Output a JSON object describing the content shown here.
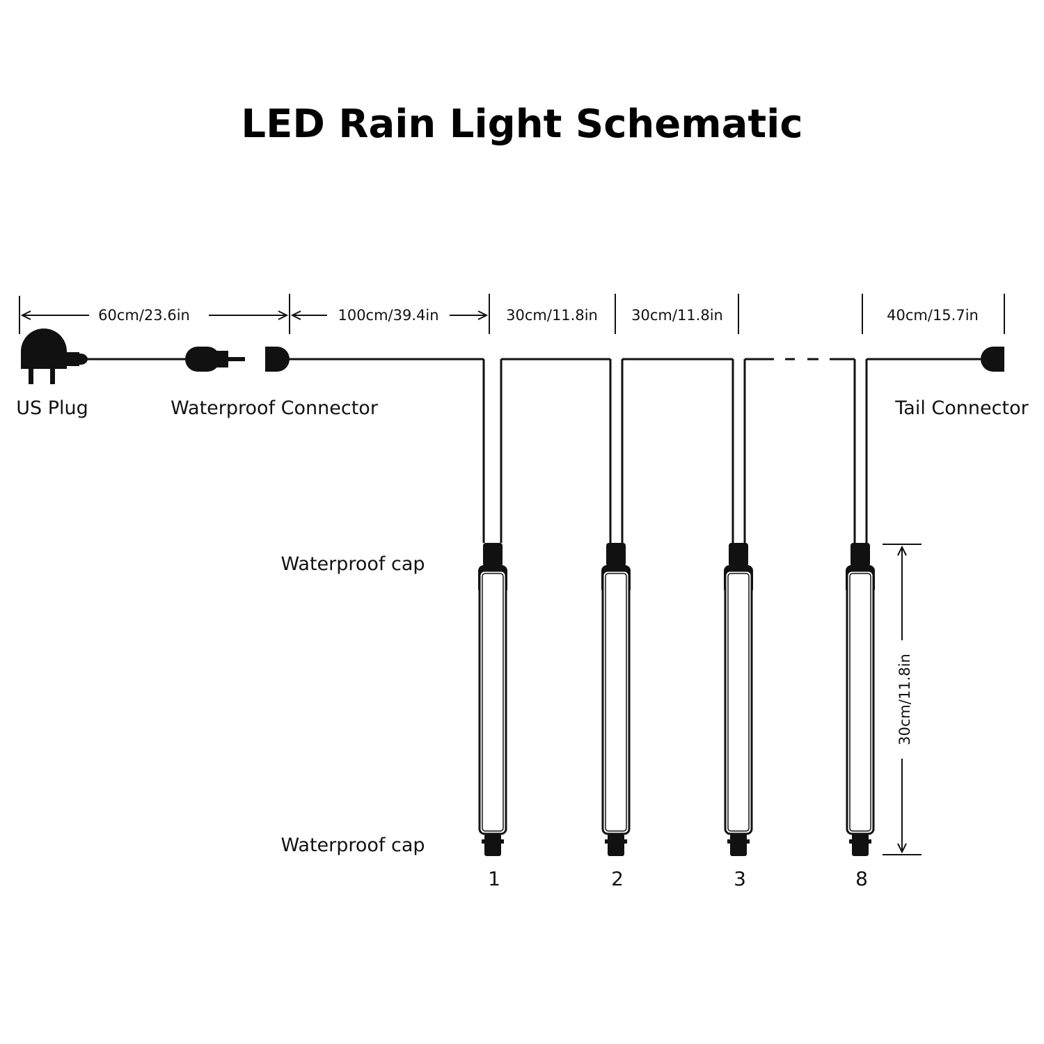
{
  "title": "LED Rain Light Schematic",
  "dimensions": {
    "plug_to_connector": "60cm/23.6in",
    "connector_to_first_tube": "100cm/39.4in",
    "tube_spacing_1": "30cm/11.8in",
    "tube_spacing_2": "30cm/11.8in",
    "last_tube_to_tail": "40cm/15.7in",
    "tube_length": "30cm/11.8in"
  },
  "labels": {
    "us_plug": "US Plug",
    "waterproof_connector": "Waterproof Connector",
    "tail_connector": "Tail Connector",
    "waterproof_cap_top": "Waterproof cap",
    "waterproof_cap_bottom": "Waterproof cap"
  },
  "tubes": [
    {
      "number": "1"
    },
    {
      "number": "2"
    },
    {
      "number": "3"
    },
    {
      "number": "8"
    }
  ],
  "colors": {
    "line": "#111111",
    "background": "#ffffff"
  }
}
